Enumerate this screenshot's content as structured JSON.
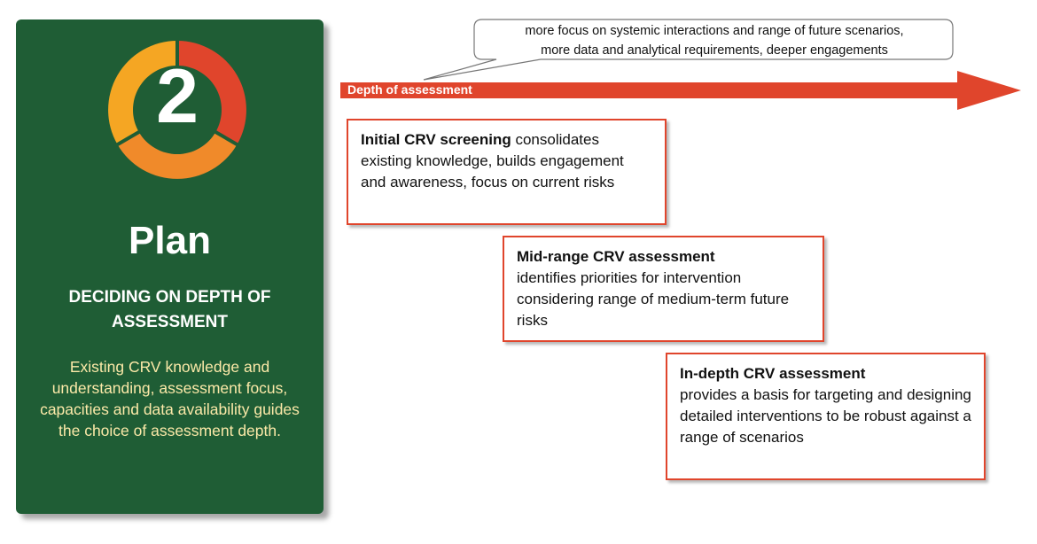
{
  "stage": {
    "number": "2",
    "title": "Plan",
    "heading": "DECIDING ON DEPTH OF ASSESSMENT",
    "description": "Existing CRV knowledge and understanding, assessment focus, capacities and data availability guides the choice of assessment depth."
  },
  "callout": {
    "line1": "more focus on systemic interactions and range of future scenarios,",
    "line2": "more data and analytical requirements, deeper engagements"
  },
  "arrow": {
    "label": "Depth of assessment"
  },
  "levels": [
    {
      "lead": "Initial CRV screening",
      "text": "consolidates existing knowledge, builds engagement and awareness, focus on current risks"
    },
    {
      "lead": "Mid-range CRV assessment",
      "text": "identifies priorities for intervention considering range of medium-term future risks"
    },
    {
      "lead": "In-depth CRV assessment",
      "text": "provides a basis for targeting and designing detailed interventions to be robust against a range of scenarios"
    }
  ],
  "colors": {
    "panel": "#1f5d35",
    "ring_red": "#e0452c",
    "ring_orange": "#f08a2a",
    "ring_yellow": "#f5a623",
    "arrow": "#e0452c",
    "description_text": "#fbe9a8"
  }
}
